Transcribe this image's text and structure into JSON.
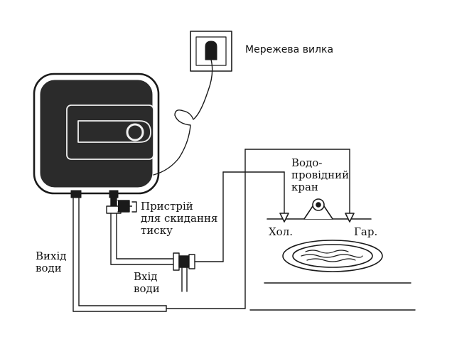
{
  "labels": {
    "power_plug": "Мережева вилка",
    "pressure_relief": "Пристрій\nдля скидання\nтиску",
    "water_outlet": "Вихід\nводи",
    "water_inlet": "Вхід\nводи",
    "water_tap": "Водо-\nпровідний\nкран",
    "cold": "Хол.",
    "hot": "Гар."
  }
}
